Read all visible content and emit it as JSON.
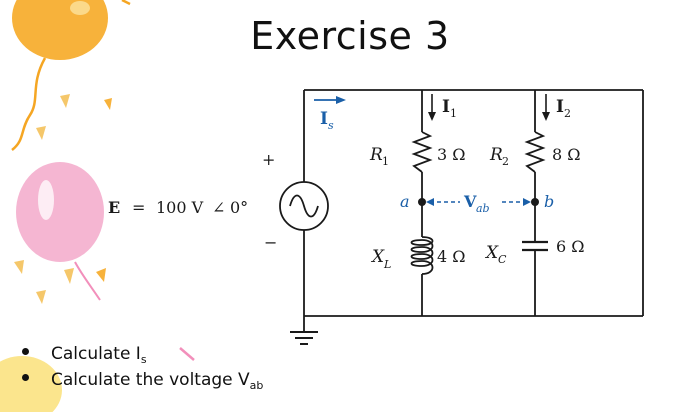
{
  "slide": {
    "title": "Exercise 3"
  },
  "circuit": {
    "source_label": {
      "prefix": "E",
      "eq": "=",
      "value": "100 V",
      "angle_symbol": "∠",
      "angle": "0°"
    },
    "plus": "+",
    "minus": "−",
    "is_main": "I",
    "is_sub": "s",
    "i1_main": "I",
    "i1_sub": "1",
    "i2_main": "I",
    "i2_sub": "2",
    "r1_main": "R",
    "r1_sub": "1",
    "r1_value": "3 Ω",
    "r2_main": "R",
    "r2_sub": "2",
    "r2_value": "8 Ω",
    "xl_main": "X",
    "xl_sub": "L",
    "xl_value": "4 Ω",
    "xc_main": "X",
    "xc_sub": "C",
    "xc_value": "6 Ω",
    "node_a": "a",
    "node_b": "b",
    "vab_main": "V",
    "vab_sub": "ab"
  },
  "tasks": [
    {
      "text": "Calculate I",
      "sub": "s",
      "tail": ""
    },
    {
      "text": "Calculate the voltage V",
      "sub": "ab",
      "tail": ""
    }
  ],
  "colors": {
    "circuit_line": "#1a1a1a",
    "accent_blue": "#1a5fa8",
    "balloon_orange": "#f5a623",
    "balloon_pink": "#f5a8c8",
    "balloon_yellow": "#fbe27a"
  }
}
